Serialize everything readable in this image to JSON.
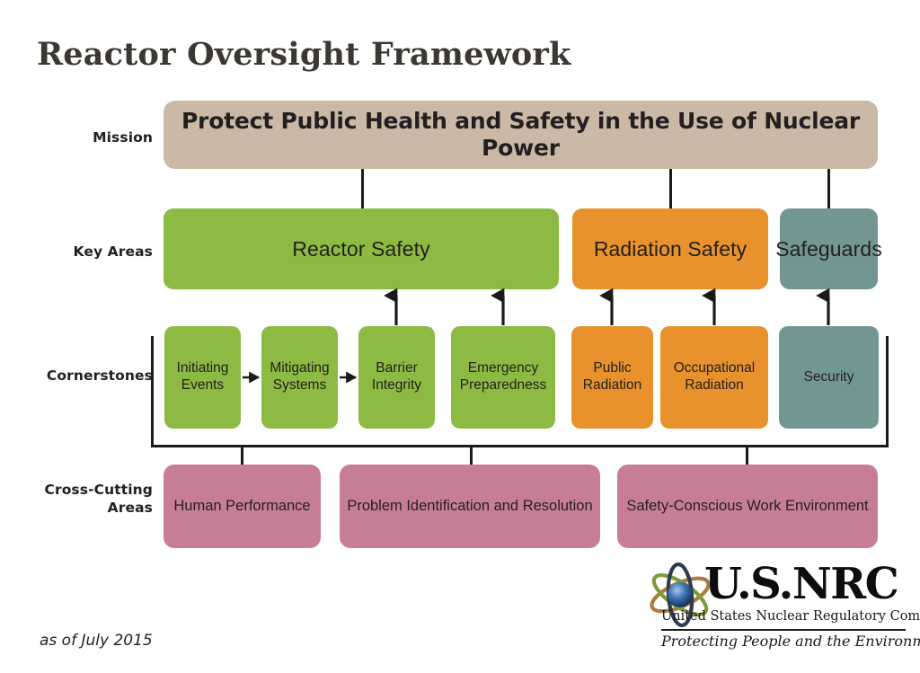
{
  "title": "Reactor Oversight Framework",
  "footer": {
    "as_of": "as of July 2015"
  },
  "row_labels": {
    "mission": "Mission",
    "key_areas": "Key Areas",
    "cornerstones": "Cornerstones",
    "cross_cutting": "Cross-Cutting Areas"
  },
  "mission": {
    "text": "Protect Public Health and Safety in the Use of Nuclear Power",
    "color": "#c9b9a6"
  },
  "key_areas": [
    {
      "label": "Reactor Safety",
      "color": "#8cba42"
    },
    {
      "label": "Radiation Safety",
      "color": "#e8912d"
    },
    {
      "label": "Safeguards",
      "color": "#729793"
    }
  ],
  "cornerstones": [
    {
      "label": "Initiating Events",
      "color": "#8cba42",
      "parent": "Reactor Safety"
    },
    {
      "label": "Mitigating Systems",
      "color": "#8cba42",
      "parent": "Reactor Safety"
    },
    {
      "label": "Barrier Integrity",
      "color": "#8cba42",
      "parent": "Reactor Safety"
    },
    {
      "label": "Emergency Preparedness",
      "color": "#8cba42",
      "parent": "Reactor Safety"
    },
    {
      "label": "Public Radiation",
      "color": "#e8912d",
      "parent": "Radiation Safety"
    },
    {
      "label": "Occupational Radiation",
      "color": "#e8912d",
      "parent": "Radiation Safety"
    },
    {
      "label": "Security",
      "color": "#729793",
      "parent": "Safeguards"
    }
  ],
  "cross_cutting_areas": [
    {
      "label": "Human Performance",
      "color": "#c77e95"
    },
    {
      "label": "Problem Identification and Resolution",
      "color": "#c77e95"
    },
    {
      "label": "Safety-Conscious Work Environment",
      "color": "#c77e95"
    }
  ],
  "logo": {
    "wordmark": "U.S.NRC",
    "subtitle": "United States Nuclear Regulatory Commission",
    "tagline": "Protecting People and the Environment"
  }
}
